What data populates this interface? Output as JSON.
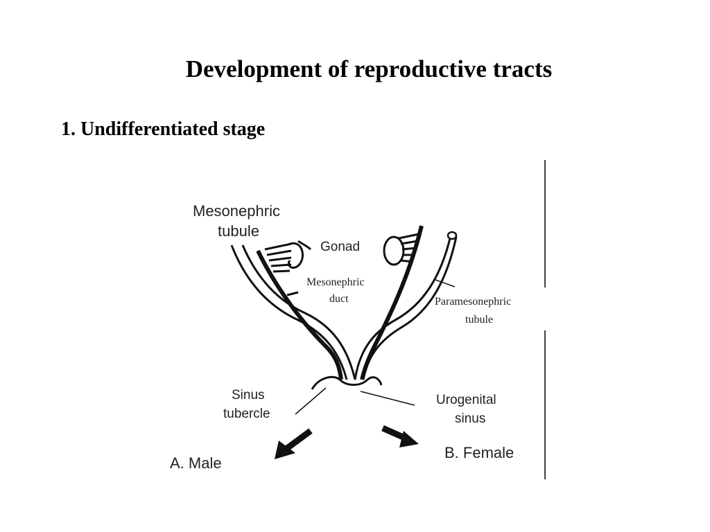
{
  "slide": {
    "title": "Development of reproductive tracts",
    "subtitle": "1. Undifferentiated stage"
  },
  "diagram": {
    "labels": {
      "mesonephric_tubule_1": "Mesonephric",
      "mesonephric_tubule_2": "tubule",
      "gonad": "Gonad",
      "mesonephric_duct_1": "Mesonephric",
      "mesonephric_duct_2": "duct",
      "paramesonephric_tubule_1": "Paramesonephric",
      "paramesonephric_tubule_2": "tubule",
      "sinus_tubercle_1": "Sinus",
      "sinus_tubercle_2": "tubercle",
      "urogenital_sinus_1": "Urogenital",
      "urogenital_sinus_2": "sinus",
      "male": "A. Male",
      "female": "B. Female"
    }
  }
}
